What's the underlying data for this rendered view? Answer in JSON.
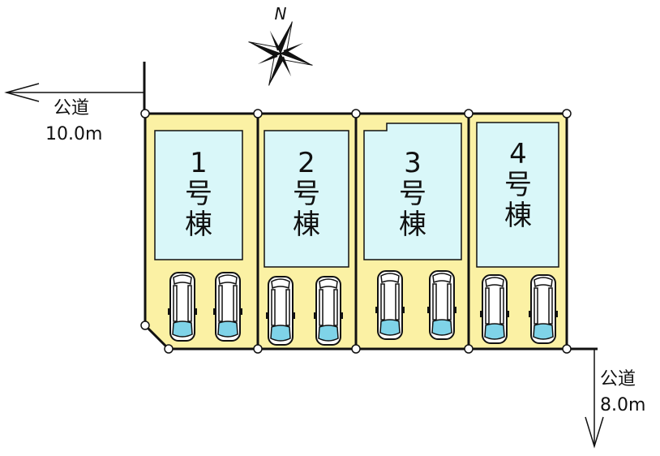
{
  "north": {
    "label": "N"
  },
  "roads": {
    "west": {
      "name": "公道",
      "width": "10.0m"
    },
    "south": {
      "name": "公道",
      "width": "8.0m"
    }
  },
  "lots": [
    {
      "lines": [
        "1",
        "号",
        "棟"
      ]
    },
    {
      "lines": [
        "2",
        "号",
        "棟"
      ]
    },
    {
      "lines": [
        "3",
        "号",
        "棟"
      ]
    },
    {
      "lines": [
        "4",
        "号",
        "棟"
      ]
    }
  ],
  "colors": {
    "lot_fill": "#fbf1a4",
    "house_fill": "#d9f7f9",
    "line": "#111111",
    "car_glass": "#7fd3e8"
  }
}
